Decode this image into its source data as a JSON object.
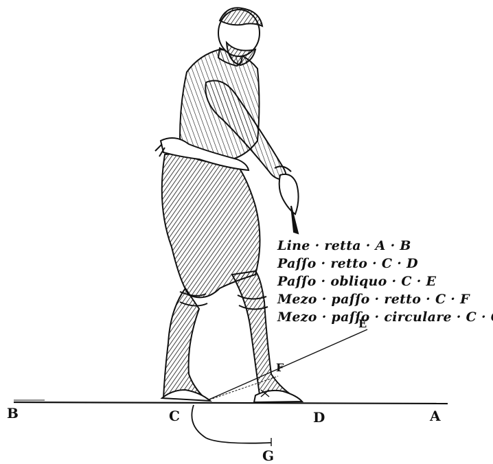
{
  "legend": [
    "Line · retta · A · B",
    "Paſſo · retto · C · D",
    "Paſſo · obliquo · C · E",
    "Mezo · paſſo · retto · C · F",
    "Mezo · paſſo · circulare · C · G"
  ],
  "points": {
    "A": "A",
    "B": "B",
    "C": "C",
    "D": "D",
    "E": "E",
    "F": "F",
    "G": "G"
  },
  "colors": {
    "ink": "#111111",
    "paper": "#ffffff"
  },
  "figure": {
    "icon": "swordsman-figure-icon"
  }
}
